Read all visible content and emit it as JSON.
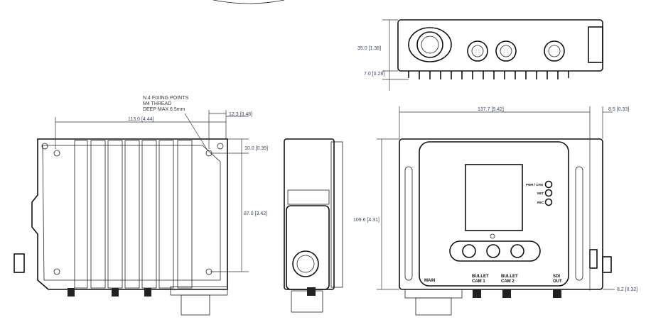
{
  "annotation": {
    "line1": "N.4 FIXING POINTS",
    "line2": "M4 THREAD",
    "line3": "DEEP MAX 6.5mm"
  },
  "dimensions": {
    "top_height": "35.0 [1.38]",
    "top_fins": "7.0 [0.28]",
    "left_width": "113.0 [4.44]",
    "left_offset_x": "12.3 [0.48]",
    "left_offset_y": "10.0 [0.39]",
    "left_height": "87.0 [3.42]",
    "front_width": "137.7 [5.42]",
    "front_offset_right": "8.5 [0.33]",
    "front_height": "109.6 [4.31]",
    "front_offset_bottom": "8.2 [0.32]"
  },
  "front_labels": {
    "led1": "PWR / CHG",
    "led2": "NET",
    "led3": "REC",
    "port_main": "MAIN",
    "port_cam1_a": "BULLET",
    "port_cam1_b": "CAM 1",
    "port_cam2_a": "BULLET",
    "port_cam2_b": "CAM 2",
    "port_sdi_a": "SDI",
    "port_sdi_b": "OUT"
  }
}
